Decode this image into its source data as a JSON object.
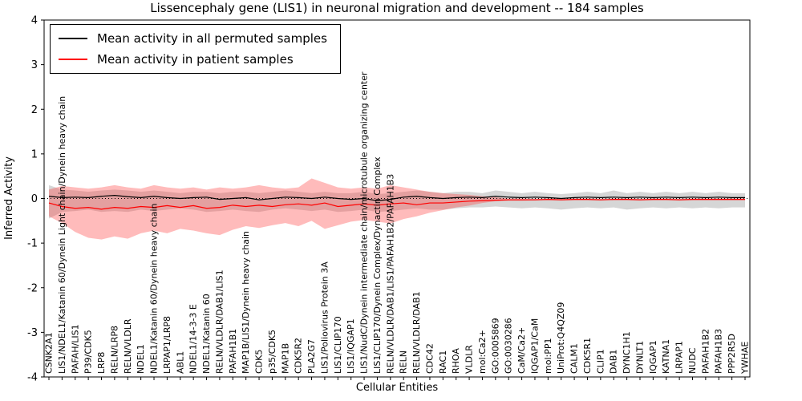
{
  "chart_data": {
    "type": "line",
    "title": "Lissencephaly gene (LIS1) in neuronal migration and development -- 184 samples",
    "xlabel": "Cellular Entities",
    "ylabel": "Inferred Activity",
    "ylim": [
      -4,
      4
    ],
    "yticks": [
      -4,
      -3,
      -2,
      -1,
      0,
      1,
      2,
      3,
      4
    ],
    "grid": false,
    "legend_position": "upper left",
    "zero_line": "dotted",
    "categories": [
      "CSNK2A1",
      "LIS1/NDEL1/Katanin 60/Dynein Light chain/Dynein heavy chain",
      "PAFAH/LIS1",
      "P39/CDK5",
      "LRP8",
      "RELN/LRP8",
      "RELN/VLDLR",
      "NDEL1",
      "NDEL1/Katanin 60/Dynein heavy chain",
      "LRPAP1/LRP8",
      "ABL1",
      "NDEL1/14-3-3 E",
      "NDEL1/Katanin 60",
      "RELN/VLDLR/DAB1/LIS1",
      "PAFAH1B1",
      "MAP1B/LIS1/Dynein heavy chain",
      "CDK5",
      "p35/CDK5",
      "MAP1B",
      "CDK5R2",
      "PLA2G7",
      "LIS1/Poliovirus Protein 3A",
      "LIS1/CLIP170",
      "LIS1/IQGAP1",
      "LIS1/NudC/Dynein intermediate chain/microtubule organizing center",
      "LIS1/CLIP170/Dynein Complex/Dynactin Complex",
      "RELN/VLDLR/DAB1/LIS1/PAFAH1B2/PAFAH1B3",
      "RELN",
      "RELN/VLDLR/DAB1",
      "CDC42",
      "RAC1",
      "RHOA",
      "VLDLR",
      "mol:Ca2+",
      "GO:0005869",
      "GO:0030286",
      "CaM/Ca2+",
      "IQGAP1/CaM",
      "mol:PP1",
      "UniProt:Q4QZ09",
      "CALM1",
      "CDK5R1",
      "CLIP1",
      "DAB1",
      "DYNC1H1",
      "DYNLT1",
      "IQGAP1",
      "KATNA1",
      "LRPAP1",
      "NUDC",
      "PAFAH1B2",
      "PAFAH1B3",
      "PPP2R5D",
      "YWHAE"
    ],
    "series": [
      {
        "name": "Mean activity in all permuted samples",
        "color": "#000000",
        "values": [
          0.05,
          0.02,
          0.03,
          0.02,
          0.05,
          0.07,
          0.04,
          0.02,
          0.05,
          0.02,
          0.0,
          0.02,
          0.03,
          -0.02,
          0.0,
          0.02,
          -0.03,
          0.0,
          0.03,
          0.02,
          0.0,
          0.03,
          0.0,
          -0.02,
          0.0,
          -0.05,
          -0.02,
          0.03,
          0.05,
          0.02,
          0.0,
          0.02,
          0.03,
          0.02,
          0.05,
          0.03,
          0.02,
          0.03,
          0.02,
          0.0,
          0.02,
          0.03,
          0.02,
          0.03,
          0.02,
          0.03,
          0.02,
          0.03,
          0.02,
          0.03,
          0.02,
          0.03,
          0.02,
          0.02
        ],
        "band": {
          "fill": "rgba(120,120,120,0.30)",
          "upper": [
            0.3,
            0.2,
            0.18,
            0.15,
            0.18,
            0.2,
            0.18,
            0.15,
            0.18,
            0.15,
            0.12,
            0.15,
            0.15,
            0.12,
            0.15,
            0.15,
            0.12,
            0.15,
            0.18,
            0.15,
            0.12,
            0.15,
            0.12,
            0.12,
            0.15,
            0.1,
            0.12,
            0.15,
            0.18,
            0.15,
            0.12,
            0.15,
            0.15,
            0.12,
            0.18,
            0.15,
            0.12,
            0.15,
            0.12,
            0.1,
            0.12,
            0.15,
            0.12,
            0.18,
            0.12,
            0.15,
            0.12,
            0.15,
            0.12,
            0.15,
            0.12,
            0.15,
            0.12,
            0.12
          ],
          "lower": [
            -0.45,
            -0.3,
            -0.28,
            -0.25,
            -0.3,
            -0.28,
            -0.3,
            -0.25,
            -0.28,
            -0.25,
            -0.22,
            -0.25,
            -0.3,
            -0.28,
            -0.25,
            -0.28,
            -0.3,
            -0.25,
            -0.22,
            -0.25,
            -0.28,
            -0.25,
            -0.3,
            -0.28,
            -0.25,
            -0.3,
            -0.28,
            -0.25,
            -0.22,
            -0.25,
            -0.25,
            -0.22,
            -0.2,
            -0.2,
            -0.18,
            -0.2,
            -0.22,
            -0.2,
            -0.22,
            -0.25,
            -0.22,
            -0.2,
            -0.22,
            -0.2,
            -0.25,
            -0.22,
            -0.2,
            -0.22,
            -0.2,
            -0.22,
            -0.2,
            -0.22,
            -0.2,
            -0.2
          ]
        }
      },
      {
        "name": "Mean activity in patient samples",
        "color": "#ff0000",
        "values": [
          -0.1,
          -0.18,
          -0.22,
          -0.2,
          -0.24,
          -0.2,
          -0.22,
          -0.18,
          -0.2,
          -0.16,
          -0.2,
          -0.16,
          -0.22,
          -0.2,
          -0.15,
          -0.18,
          -0.15,
          -0.18,
          -0.14,
          -0.12,
          -0.15,
          -0.1,
          -0.18,
          -0.15,
          -0.12,
          -0.15,
          -0.12,
          -0.1,
          -0.14,
          -0.1,
          -0.1,
          -0.08,
          -0.06,
          -0.05,
          -0.04,
          -0.03,
          -0.03,
          -0.03,
          -0.02,
          -0.03,
          -0.02,
          -0.02,
          -0.03,
          -0.02,
          -0.02,
          -0.03,
          -0.02,
          -0.02,
          -0.03,
          -0.02,
          -0.02,
          -0.02,
          -0.02,
          -0.02
        ],
        "band": {
          "fill": "rgba(255,60,60,0.35)",
          "upper": [
            0.2,
            0.28,
            0.25,
            0.22,
            0.25,
            0.3,
            0.25,
            0.22,
            0.3,
            0.25,
            0.22,
            0.25,
            0.2,
            0.25,
            0.22,
            0.25,
            0.3,
            0.25,
            0.22,
            0.25,
            0.45,
            0.35,
            0.25,
            0.22,
            0.25,
            0.22,
            0.3,
            0.25,
            0.2,
            0.15,
            0.12,
            0.1,
            0.08,
            0.05,
            0.03,
            0.0,
            0.0,
            -0.01,
            0.0,
            -0.01,
            0.0,
            0.0,
            -0.01,
            0.0,
            0.0,
            -0.01,
            0.0,
            0.0,
            -0.01,
            0.0,
            0.0,
            0.0,
            0.0,
            0.0
          ],
          "lower": [
            -0.4,
            -0.55,
            -0.75,
            -0.88,
            -0.92,
            -0.85,
            -0.9,
            -0.78,
            -0.72,
            -0.78,
            -0.68,
            -0.72,
            -0.78,
            -0.82,
            -0.7,
            -0.62,
            -0.66,
            -0.6,
            -0.55,
            -0.62,
            -0.5,
            -0.68,
            -0.6,
            -0.52,
            -0.48,
            -0.52,
            -0.56,
            -0.46,
            -0.4,
            -0.32,
            -0.26,
            -0.2,
            -0.16,
            -0.1,
            -0.06,
            -0.05,
            -0.05,
            -0.04,
            -0.04,
            -0.04,
            -0.04,
            -0.04,
            -0.04,
            -0.04,
            -0.04,
            -0.04,
            -0.04,
            -0.04,
            -0.04,
            -0.04,
            -0.04,
            -0.04,
            -0.04,
            -0.04
          ]
        }
      }
    ]
  }
}
